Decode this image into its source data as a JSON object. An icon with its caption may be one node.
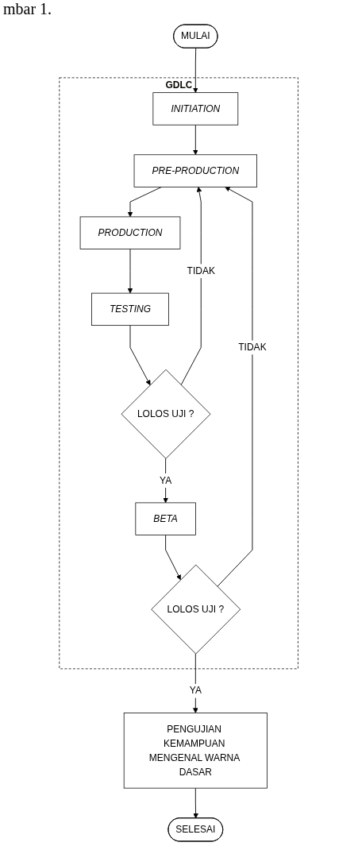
{
  "diagram": {
    "nodes": [
      {
        "text": [
          "MULAI"
        ]
      },
      {
        "text": [
          "GDLC"
        ]
      },
      {
        "text": [
          "INITIATION"
        ],
        "in": 1
      },
      {
        "text": [
          "PRE-PRODUCTION"
        ],
        "in": 1
      },
      {
        "text": [
          "PRODUCTION"
        ],
        "in": 1
      },
      {
        "text": [
          "TESTING"
        ],
        "in": 1
      },
      {
        "text": [
          "LOLOS UJI ?"
        ],
        "in": 1
      },
      {
        "text": [
          "BETA"
        ],
        "in": 1
      },
      {
        "text": [
          "LOLOS UJI ?"
        ],
        "in": 1
      },
      {
        "text": [
          "PENGUJIAN KEMAMPUAN MENGENAL WARNA DASAR"
        ]
      },
      {
        "text": [
          "SELESAI"
        ]
      }
    ],
    "edges": [
      {
        "from": 0,
        "to": 2,
        "arrow": "to"
      },
      {
        "from": 2,
        "to": 3,
        "arrow": "to"
      },
      {
        "from": 3,
        "to": 4,
        "arrow": "to"
      },
      {
        "from": 4,
        "to": 5,
        "arrow": "to"
      },
      {
        "from": 5,
        "to": 6,
        "arrow": "to"
      },
      {
        "from": 6,
        "to": 3,
        "label": "TIDAK",
        "arrow": "to"
      },
      {
        "from": 6,
        "to": 7,
        "label": "YA",
        "arrow": "to"
      },
      {
        "from": 7,
        "to": 8,
        "arrow": "to"
      },
      {
        "from": 8,
        "to": 3,
        "label": "TIDAK",
        "arrow": "to"
      },
      {
        "from": 8,
        "to": 9,
        "label": "YA",
        "arrow": "to"
      },
      {
        "from": 9,
        "to": 10,
        "arrow": "to"
      }
    ],
    "labels": [
      "mbar 1."
    ]
  }
}
